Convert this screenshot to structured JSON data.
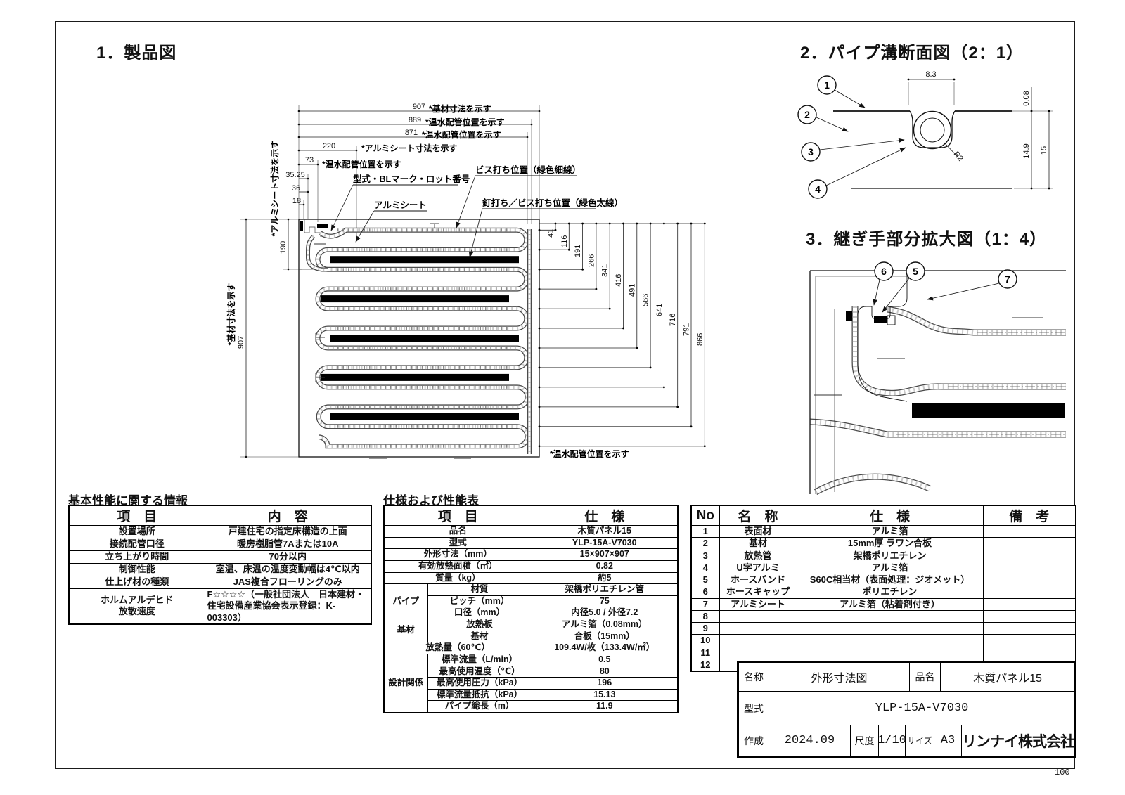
{
  "page": {
    "number": "100"
  },
  "sections": {
    "product": {
      "title": "1．製品図"
    },
    "pipe_groove": {
      "title": "2．パイプ溝断面図（2：1）"
    },
    "joint": {
      "title": "3．継ぎ手部分拡大図（1：4）"
    }
  },
  "drawing1": {
    "top_dims": [
      {
        "value": "907",
        "note": "*基材寸法を示す"
      },
      {
        "value": "889",
        "note": "*温水配管位置を示す"
      },
      {
        "value": "871",
        "note": "*温水配管位置を示す"
      },
      {
        "value": "220",
        "note": "*アルミシート寸法を示す"
      },
      {
        "value": "73",
        "note": "*温水配管位置を示す"
      },
      {
        "value": "35.25",
        "note": ""
      },
      {
        "value": "36",
        "note": ""
      },
      {
        "value": "18",
        "note": ""
      }
    ],
    "left_dims": [
      {
        "value": "190",
        "note": "*アルミシート寸法を示す"
      },
      {
        "value": "907",
        "note": "*基材寸法を示す"
      }
    ],
    "right_dims": [
      "41",
      "116",
      "191",
      "266",
      "341",
      "416",
      "491",
      "566",
      "641",
      "716",
      "791",
      "866"
    ],
    "bottom_note": "*温水配管位置を示す",
    "labels": {
      "model": "型式・BLマーク・ロット番号",
      "aluminum_sheet": "アルミシート",
      "screw_thin": "ビス打ち位置（緑色細線）",
      "nail_screw_thick": "釘打ち／ビス打ち位置（緑色太線）"
    }
  },
  "drawing2": {
    "balloons": [
      "1",
      "2",
      "3",
      "4"
    ],
    "dims": {
      "groove_width": "8.3",
      "foil_thickness": "0.08",
      "groove_depth": "14.9",
      "panel_thickness": "15",
      "radius": "R2"
    }
  },
  "drawing3": {
    "balloons": [
      "6",
      "5",
      "7"
    ]
  },
  "basic_table": {
    "title": "基本性能に関する情報",
    "headers": [
      "項　目",
      "内　容"
    ],
    "rows": [
      [
        "設置場所",
        "戸建住宅の指定床構造の上面"
      ],
      [
        "接続配管口径",
        "暖房樹脂管7Aまたは10A"
      ],
      [
        "立ち上がり時間",
        "70分以内"
      ],
      [
        "制御性能",
        "室温、床温の温度変動幅は4℃以内"
      ],
      [
        "仕上げ材の種類",
        "JAS複合フローリングのみ"
      ],
      [
        "ホルムアルデヒド\n放散速度",
        "F☆☆☆☆（一般社団法人　日本建材・\n住宅設備産業協会表示登録：K-003303）"
      ]
    ]
  },
  "spec_table": {
    "title": "仕様および性能表",
    "headers": [
      "項　目",
      "仕　様"
    ],
    "simple_rows": [
      [
        "品名",
        "木質パネル15"
      ],
      [
        "型式",
        "YLP-15A-V7030"
      ],
      [
        "外形寸法（mm）",
        "15×907×907"
      ],
      [
        "有効放熱面積（㎡）",
        "0.82"
      ],
      [
        "質量（kg）",
        "約5"
      ]
    ],
    "group_pipe": {
      "name": "パイプ",
      "rows": [
        [
          "材質",
          "架橋ポリエチレン管"
        ],
        [
          "ピッチ（mm）",
          "75"
        ],
        [
          "口径（mm）",
          "内径5.0 / 外径7.2"
        ]
      ]
    },
    "group_base": {
      "name": "基材",
      "rows": [
        [
          "放熱板",
          "アルミ箔（0.08mm）"
        ],
        [
          "基材",
          "合板（15mm）"
        ]
      ]
    },
    "mid_row": [
      "放熱量（60℃）",
      "109.4W/枚（133.4W/㎡）"
    ],
    "group_design": {
      "name": "設計関係",
      "rows": [
        [
          "標準流量（L/min）",
          "0.5"
        ],
        [
          "最高使用温度（℃）",
          "80"
        ],
        [
          "最高使用圧力（kPa）",
          "196"
        ],
        [
          "標準流量抵抗（kPa）",
          "15.13"
        ],
        [
          "パイプ総長（m）",
          "11.9"
        ]
      ]
    }
  },
  "parts_table": {
    "headers": [
      "No",
      "名　称",
      "仕　様",
      "備　考"
    ],
    "rows": [
      [
        "1",
        "表面材",
        "アルミ箔",
        ""
      ],
      [
        "2",
        "基材",
        "15mm厚 ラワン合板",
        ""
      ],
      [
        "3",
        "放熱管",
        "架橋ポリエチレン",
        ""
      ],
      [
        "4",
        "U字アルミ",
        "アルミ箔",
        ""
      ],
      [
        "5",
        "ホースバンド",
        "S60C相当材（表面処理：ジオメット）",
        ""
      ],
      [
        "6",
        "ホースキャップ",
        "ポリエチレン",
        ""
      ],
      [
        "7",
        "アルミシート",
        "アルミ箔（粘着剤付き）",
        ""
      ],
      [
        "8",
        "",
        "",
        ""
      ],
      [
        "9",
        "",
        "",
        ""
      ],
      [
        "10",
        "",
        "",
        ""
      ],
      [
        "11",
        "",
        "",
        ""
      ],
      [
        "12",
        "",
        "",
        ""
      ]
    ]
  },
  "title_block": {
    "name_label": "名称",
    "name": "外形寸法図",
    "product_label": "品名",
    "product": "木質パネル15",
    "model_label": "型式",
    "model": "YLP-15A-V7030",
    "created_label": "作成",
    "created": "2024.09",
    "scale_label": "尺度",
    "scale": "1/10",
    "size_label": "サイズ",
    "size": "A3",
    "company": "リンナイ株式会社"
  }
}
